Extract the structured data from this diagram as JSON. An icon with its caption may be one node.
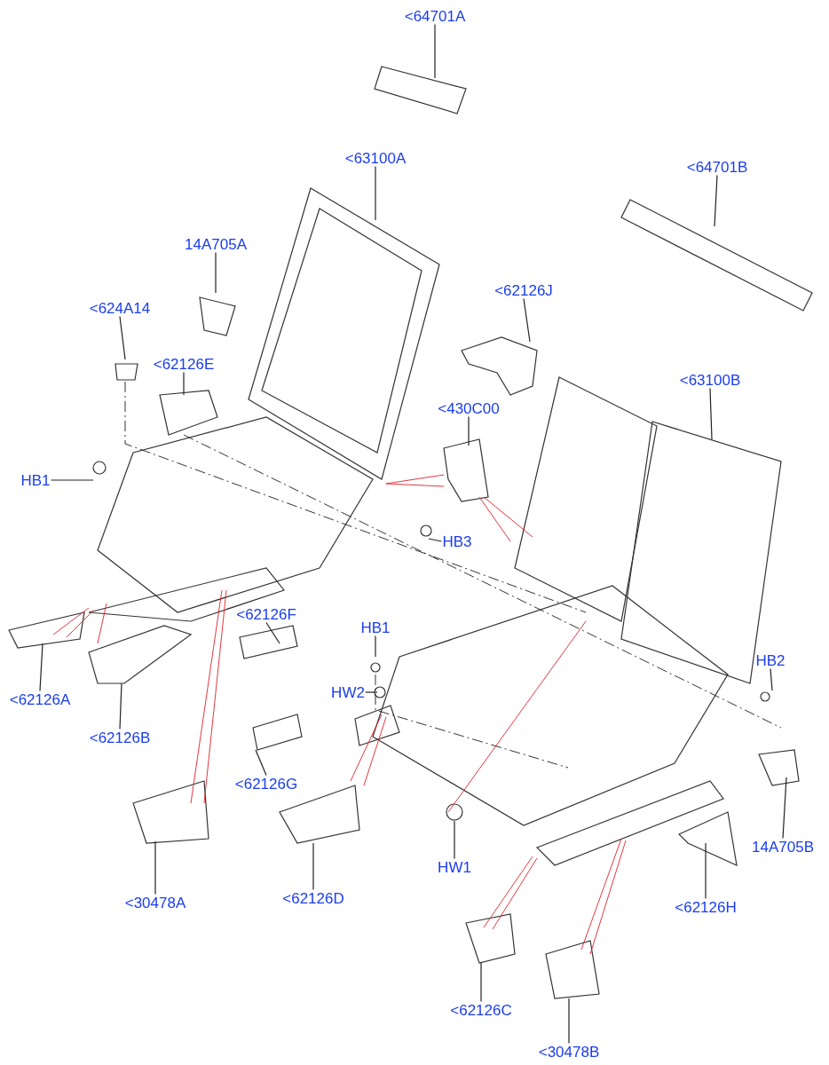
{
  "diagram": {
    "nodes": [
      {
        "text": [
          "<64701A"
        ]
      },
      {
        "text": [
          "<63100A"
        ]
      },
      {
        "text": [
          "<64701B"
        ]
      },
      {
        "text": [
          "14A705A"
        ]
      },
      {
        "text": [
          "<624A14"
        ]
      },
      {
        "text": [
          "<62126E"
        ]
      },
      {
        "text": [
          "<62126J"
        ]
      },
      {
        "text": [
          "<63100B"
        ]
      },
      {
        "text": [
          "<430C00"
        ]
      },
      {
        "text": [
          "HB1"
        ]
      },
      {
        "text": [
          "HB3"
        ]
      },
      {
        "text": [
          "<62126A"
        ]
      },
      {
        "text": [
          "<62126B"
        ]
      },
      {
        "text": [
          "<62126F"
        ]
      },
      {
        "text": [
          "HB1"
        ]
      },
      {
        "text": [
          "HW2"
        ]
      },
      {
        "text": [
          "HB2"
        ]
      },
      {
        "text": [
          "<62126G"
        ]
      },
      {
        "text": [
          "<30478A"
        ]
      },
      {
        "text": [
          "<62126D"
        ]
      },
      {
        "text": [
          "HW1"
        ]
      },
      {
        "text": [
          "14A705B"
        ]
      },
      {
        "text": [
          "<62126H"
        ]
      },
      {
        "text": [
          "<62126C"
        ]
      },
      {
        "text": [
          "<30478B"
        ]
      }
    ],
    "edges": [
      {
        "from": 0,
        "to": null,
        "arrow": "none"
      },
      {
        "from": 1,
        "to": null,
        "arrow": "none"
      },
      {
        "from": 2,
        "to": null,
        "arrow": "none"
      },
      {
        "from": 3,
        "to": null,
        "arrow": "none"
      },
      {
        "from": 4,
        "to": null,
        "arrow": "none"
      },
      {
        "from": 5,
        "to": null,
        "arrow": "none"
      },
      {
        "from": 6,
        "to": null,
        "arrow": "none"
      },
      {
        "from": 7,
        "to": null,
        "arrow": "none"
      },
      {
        "from": 8,
        "to": null,
        "arrow": "none"
      },
      {
        "from": 9,
        "to": null,
        "arrow": "none"
      },
      {
        "from": 10,
        "to": null,
        "arrow": "none"
      },
      {
        "from": 11,
        "to": null,
        "arrow": "none"
      },
      {
        "from": 12,
        "to": null,
        "arrow": "none"
      },
      {
        "from": 13,
        "to": null,
        "arrow": "none"
      },
      {
        "from": 14,
        "to": null,
        "arrow": "none"
      },
      {
        "from": 15,
        "to": null,
        "arrow": "none"
      },
      {
        "from": 16,
        "to": null,
        "arrow": "none"
      },
      {
        "from": 17,
        "to": null,
        "arrow": "none"
      },
      {
        "from": 18,
        "to": null,
        "arrow": "none"
      },
      {
        "from": 19,
        "to": null,
        "arrow": "none"
      },
      {
        "from": 20,
        "to": null,
        "arrow": "none"
      },
      {
        "from": 21,
        "to": null,
        "arrow": "none"
      },
      {
        "from": 22,
        "to": null,
        "arrow": "none"
      },
      {
        "from": 23,
        "to": null,
        "arrow": "none"
      },
      {
        "from": 24,
        "to": null,
        "arrow": "none"
      }
    ]
  }
}
